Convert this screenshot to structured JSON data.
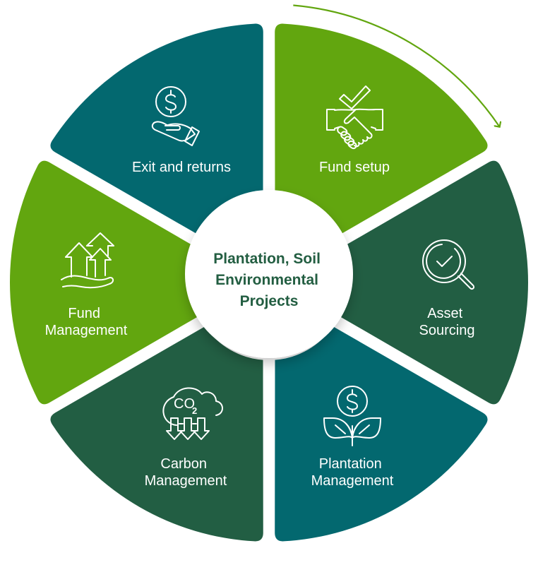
{
  "diagram": {
    "center": {
      "lines": [
        "Plantation, Soil",
        "Environmental",
        "Projects"
      ],
      "text_color": "#235e42"
    },
    "flow_direction": "clockwise",
    "arrow_color": "#62a60f",
    "segments": [
      {
        "id": "fund-setup",
        "lines": [
          "Fund setup"
        ],
        "icon": "handshake-check-icon",
        "color": "#62a60f"
      },
      {
        "id": "asset-sourcing",
        "lines": [
          "Asset",
          "Sourcing"
        ],
        "icon": "magnifier-check-icon",
        "color": "#225e43"
      },
      {
        "id": "plantation-management",
        "lines": [
          "Plantation",
          "Management"
        ],
        "icon": "plant-coin-icon",
        "color": "#03686f"
      },
      {
        "id": "carbon-management",
        "lines": [
          "Carbon",
          "Management"
        ],
        "icon": "co2-cloud-icon",
        "color": "#225e43"
      },
      {
        "id": "fund-management",
        "lines": [
          "Fund",
          "Management"
        ],
        "icon": "growth-arrows-hand-icon",
        "color": "#62a60f"
      },
      {
        "id": "exit-and-returns",
        "lines": [
          "Exit and returns"
        ],
        "icon": "coin-hand-icon",
        "color": "#03686f"
      }
    ],
    "icon_glyphs": {
      "co2": "CO",
      "co2_sub": "2",
      "dollar": "$"
    }
  }
}
